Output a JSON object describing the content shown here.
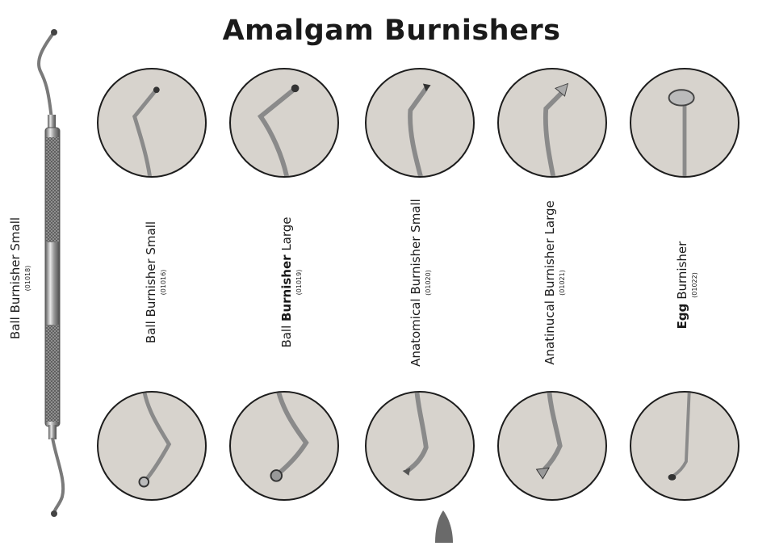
{
  "title": "Amalgam Burnishers",
  "main_tool": {
    "name": "Ball Burnisher Small",
    "code": "(01018)"
  },
  "instruments": [
    {
      "name": "Ball Burnisher Small",
      "code": "(01016)",
      "tip": "ball-small"
    },
    {
      "name_prefix": "Ball ",
      "name_bold": "Burnisher",
      "name_suffix": " Large",
      "code": "(01019)",
      "tip": "ball-large"
    },
    {
      "name": "Anatomical  Burnisher Small",
      "code": "(01020)",
      "tip": "anatomical-small"
    },
    {
      "name": "Anatinucal Burnisher Large",
      "code": "(01021)",
      "tip": "anatomical-large"
    },
    {
      "name_bold": "Egg",
      "name_suffix": " Burnisher",
      "code": "(01022)",
      "tip": "egg"
    }
  ],
  "colors": {
    "circle_fill": "#d7d3cd",
    "circle_border": "#1d1d1d",
    "steel": "#8a8a8a"
  }
}
